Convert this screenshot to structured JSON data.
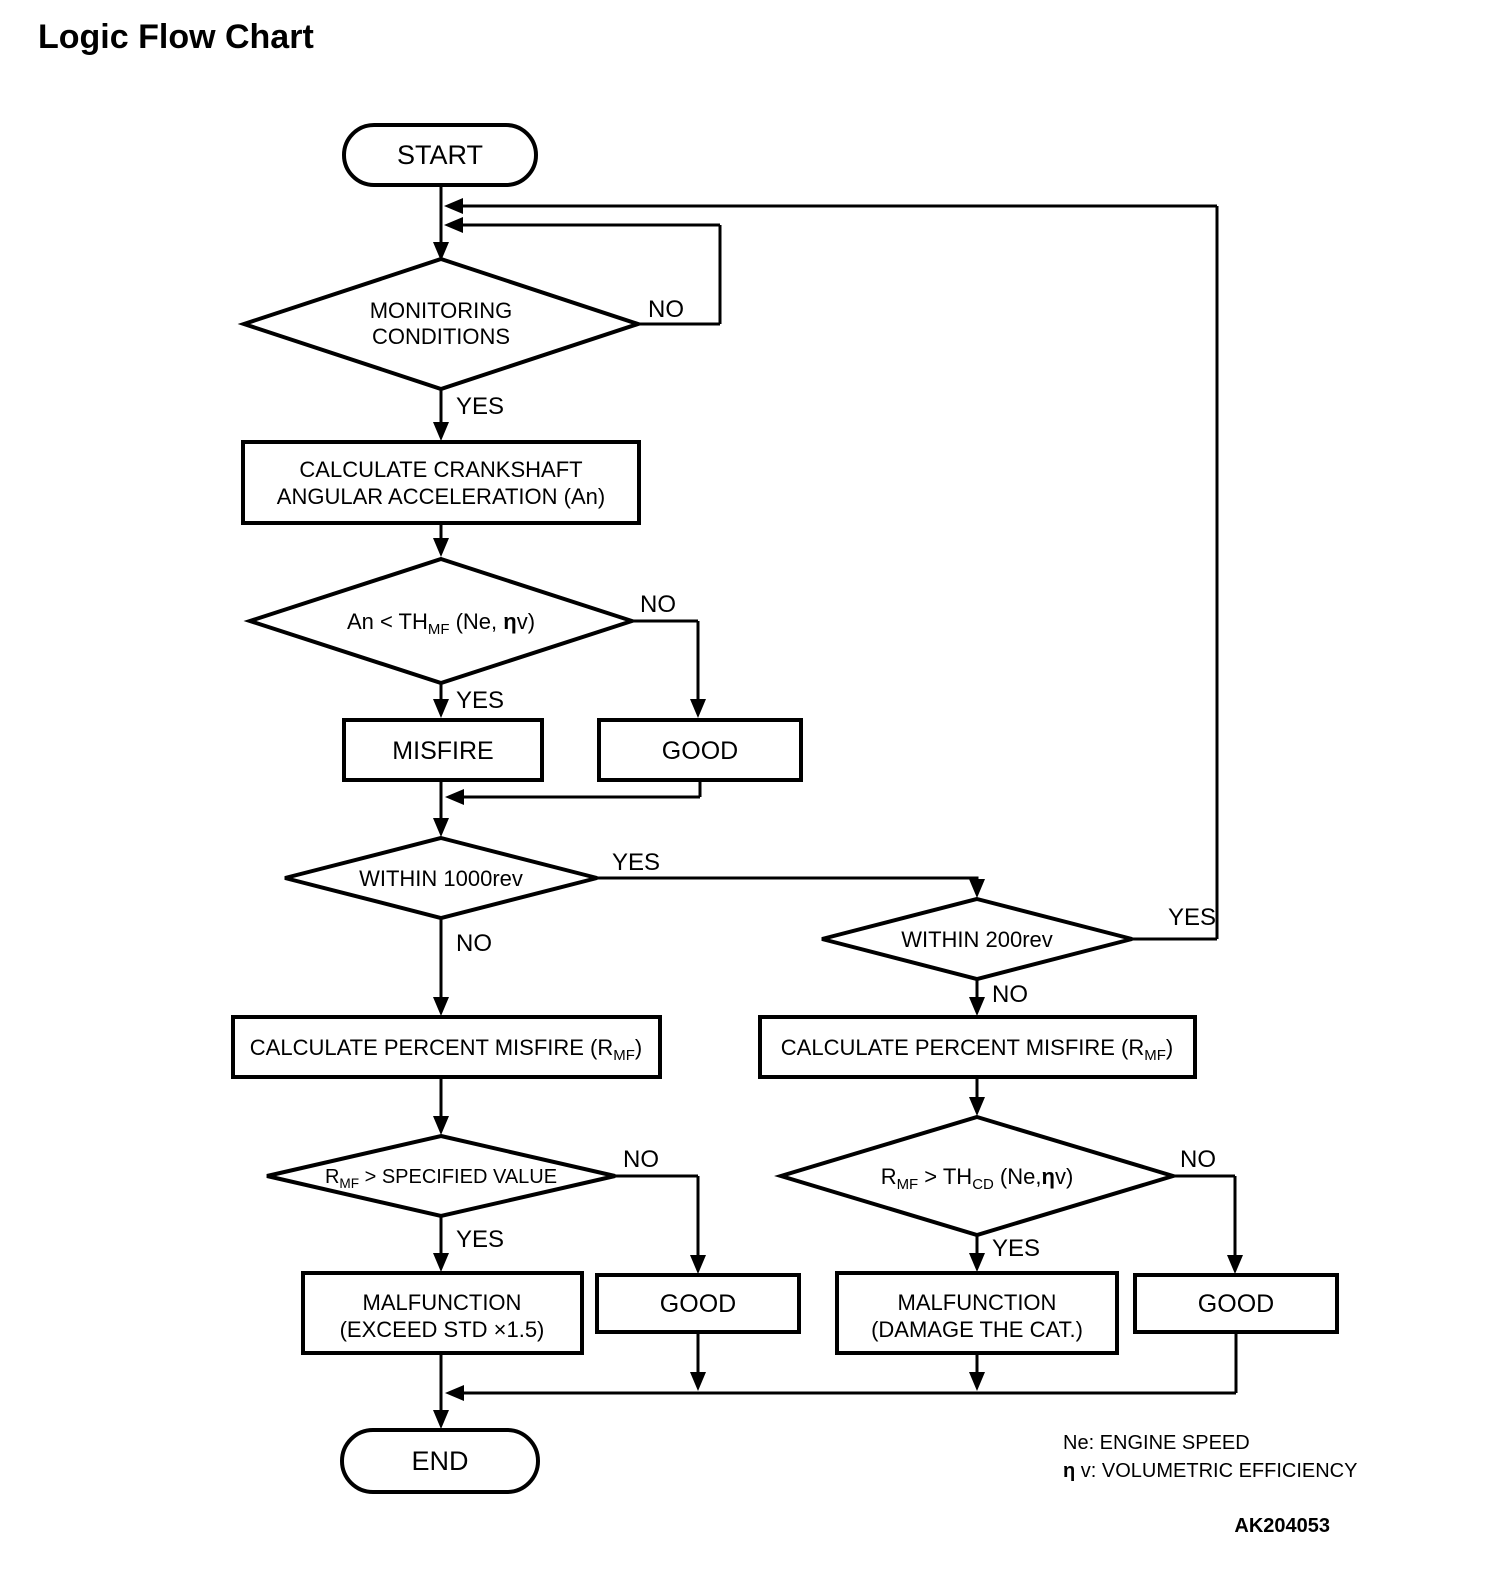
{
  "title": "Logic Flow Chart",
  "footer_code": "AK204053",
  "labels": {
    "yes": "YES",
    "no": "NO"
  },
  "nodes": {
    "start": {
      "label": "START"
    },
    "monitoring": {
      "line1": "MONITORING",
      "line2": "CONDITIONS"
    },
    "calc_accel": {
      "line1": "CALCULATE CRANKSHAFT",
      "line2": "ANGULAR ACCELERATION (An)"
    },
    "an_threshold": {
      "parts": [
        {
          "t": "An < TH"
        },
        {
          "t": "MF",
          "sub": true
        },
        {
          "t": " (Ne, "
        },
        {
          "t": "η",
          "b": true
        },
        {
          "t": "v)"
        }
      ]
    },
    "misfire": {
      "label": "MISFIRE"
    },
    "good1": {
      "label": "GOOD"
    },
    "within1000": {
      "label": "WITHIN 1000rev"
    },
    "within200": {
      "label": "WITHIN 200rev"
    },
    "calc_percent_left": {
      "parts": [
        {
          "t": "CALCULATE PERCENT MISFIRE (R"
        },
        {
          "t": "MF",
          "sub": true
        },
        {
          "t": ")"
        }
      ]
    },
    "calc_percent_right": {
      "parts": [
        {
          "t": "CALCULATE PERCENT MISFIRE (R"
        },
        {
          "t": "MF",
          "sub": true
        },
        {
          "t": ")"
        }
      ]
    },
    "rmf_specified": {
      "parts": [
        {
          "t": "R"
        },
        {
          "t": "MF",
          "sub": true
        },
        {
          "t": " > SPECIFIED VALUE"
        }
      ]
    },
    "rmf_thcd": {
      "parts": [
        {
          "t": "R"
        },
        {
          "t": "MF",
          "sub": true
        },
        {
          "t": " > TH"
        },
        {
          "t": "CD",
          "sub": true
        },
        {
          "t": " (Ne,"
        },
        {
          "t": "η",
          "b": true
        },
        {
          "t": "v)"
        }
      ]
    },
    "malfunction_exceed": {
      "line1": "MALFUNCTION",
      "line2": "(EXCEED STD  ×1.5)"
    },
    "good2": {
      "label": "GOOD"
    },
    "malfunction_damage": {
      "line1": "MALFUNCTION",
      "line2": "(DAMAGE THE CAT.)"
    },
    "good3": {
      "label": "GOOD"
    },
    "end": {
      "label": "END"
    }
  },
  "legend": {
    "line1": "Ne: ENGINE SPEED",
    "line2_parts": [
      {
        "t": "η",
        "b": true
      },
      {
        "t": " v: VOLUMETRIC EFFICIENCY"
      }
    ]
  }
}
